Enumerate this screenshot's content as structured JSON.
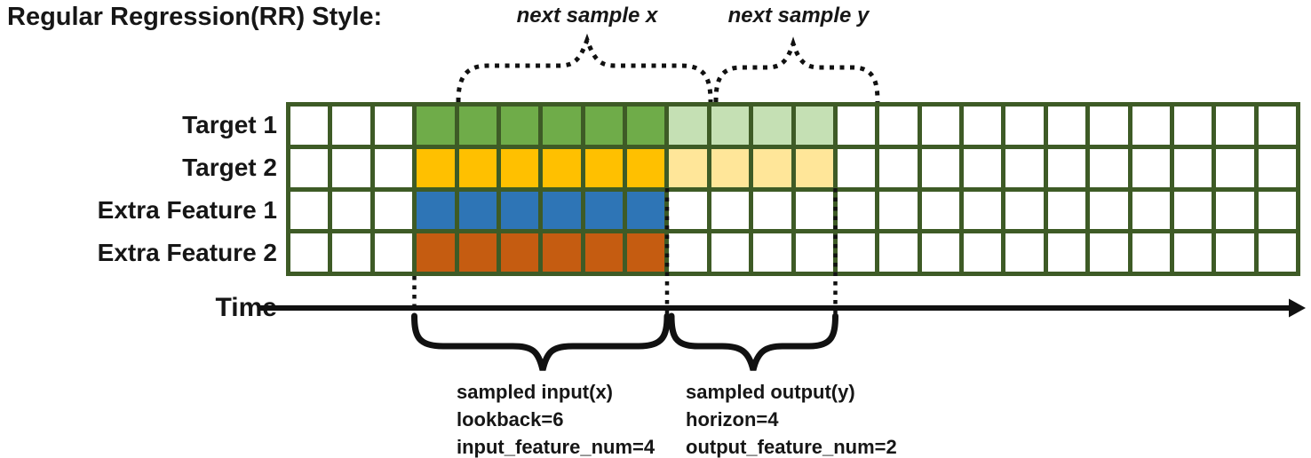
{
  "title": "Regular Regression(RR) Style:",
  "top_labels": {
    "x": "next sample x",
    "y": "next sample y"
  },
  "time_axis_label": "Time",
  "grid": {
    "columns": 24,
    "input_cols": {
      "start": 3,
      "end": 9
    },
    "output_cols": {
      "start": 9,
      "end": 13
    },
    "border_color": "#3E5B26",
    "empty_color": "#ffffff",
    "rows": [
      {
        "label": "Target 1",
        "input_color": "#6FAC49",
        "output_color": "#C5E0B4"
      },
      {
        "label": "Target 2",
        "input_color": "#FFC000",
        "output_color": "#FFE699"
      },
      {
        "label": "Extra Feature 1",
        "input_color": "#2E75B6",
        "output_color": null
      },
      {
        "label": "Extra Feature 2",
        "input_color": "#C55C11",
        "output_color": null
      }
    ]
  },
  "annotations": {
    "input": [
      "sampled input(x)",
      "lookback=6",
      "input_feature_num=4"
    ],
    "output": [
      "sampled output(y)",
      "horizon=4",
      "output_feature_num=2"
    ]
  },
  "colors": {
    "line_black": "#111111",
    "grid_border": "#3E5B26"
  }
}
